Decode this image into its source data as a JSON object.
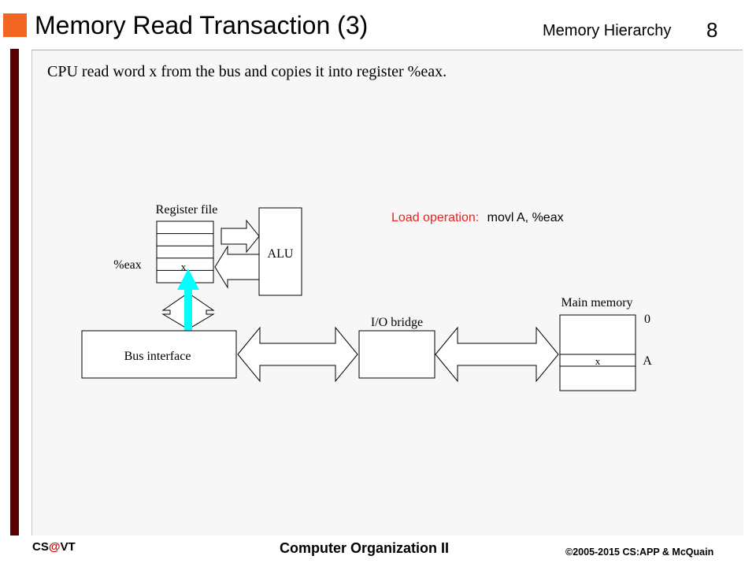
{
  "header": {
    "title": "Memory Read Transaction (3)",
    "section": "Memory Hierarchy",
    "page_number": "8"
  },
  "body": {
    "text": "CPU read word x from the bus and copies it into register %eax."
  },
  "diagram": {
    "register_file_label": "Register file",
    "eax_label": "%eax",
    "register_value": "x",
    "alu_label": "ALU",
    "load_operation_label": "Load operation:",
    "load_operation_code": "movl A, %eax",
    "bus_interface_label": "Bus interface",
    "io_bridge_label": "I/O bridge",
    "main_memory_label": "Main memory",
    "memory_address_zero": "0",
    "memory_value": "x",
    "memory_address_a": "A"
  },
  "footer": {
    "left_cs": "CS",
    "left_at": "@",
    "left_vt": "VT",
    "center": "Computer Organization II",
    "right": "©2005-2015 CS:APP & McQuain"
  },
  "colors": {
    "accent_orange": "#f26522",
    "left_bar": "#5a0000",
    "load_operation_red": "#e8231c",
    "highlight_arrow_cyan": "#00ffff",
    "footer_at_red": "#cc0000"
  }
}
